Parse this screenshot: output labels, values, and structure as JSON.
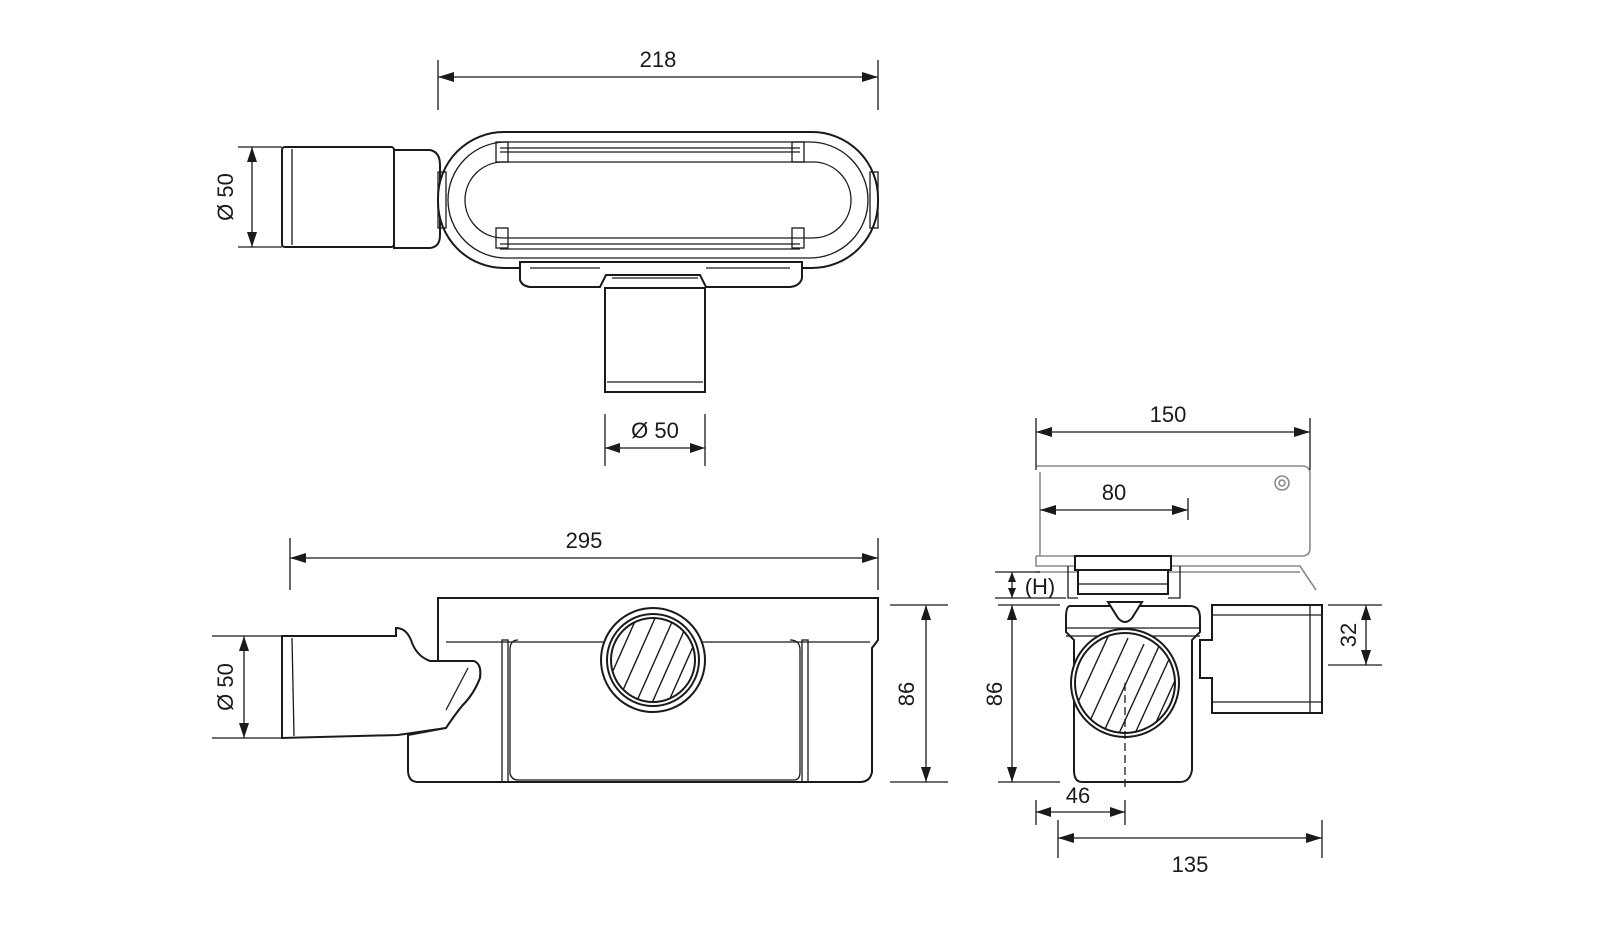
{
  "dimensions": {
    "top_length": "218",
    "top_inlet_diameter": "Ø 50",
    "top_outlet_diameter": "Ø 50",
    "side_length": "295",
    "side_inlet_diameter": "Ø 50",
    "side_height": "86",
    "end_grate_width": "150",
    "end_opening_width": "80",
    "end_adjustable_height": "(H)",
    "end_body_height": "86",
    "end_outlet_offset": "46",
    "end_outlet_height": "32",
    "end_body_width": "135"
  }
}
